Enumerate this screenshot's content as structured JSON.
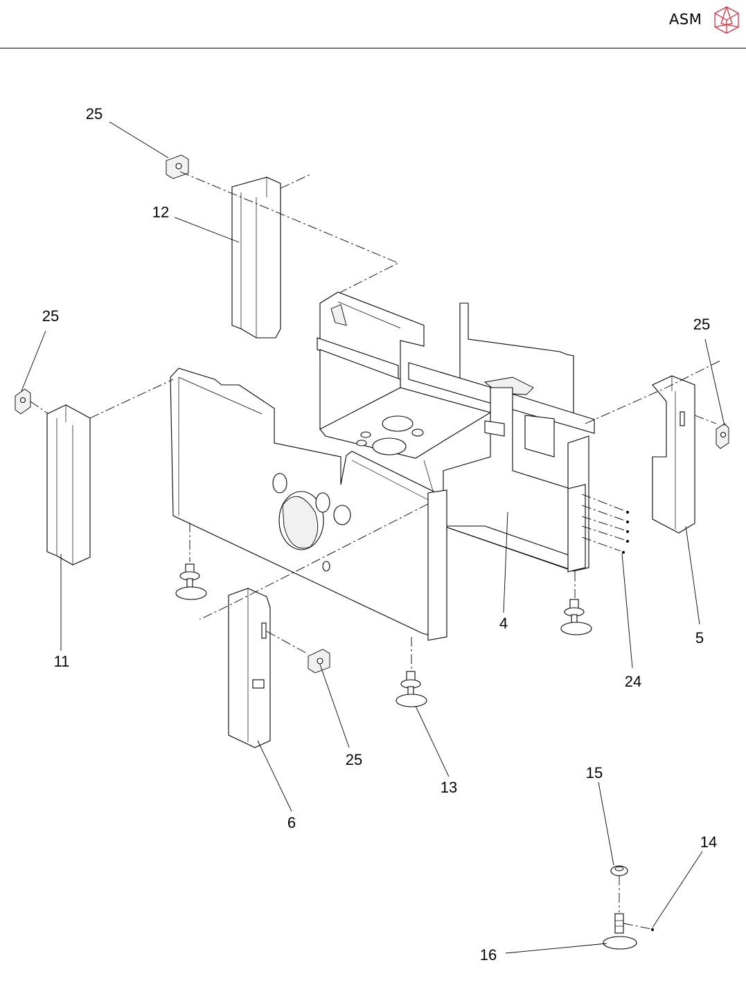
{
  "header": {
    "brand": "ASM",
    "logo_icon": "asm-cube-logo-icon",
    "accent_color": "#d9303e"
  },
  "callouts": [
    {
      "id": "c25a",
      "label": "25"
    },
    {
      "id": "c12",
      "label": "12"
    },
    {
      "id": "c25b",
      "label": "25"
    },
    {
      "id": "c25c",
      "label": "25"
    },
    {
      "id": "c11",
      "label": "11"
    },
    {
      "id": "c4",
      "label": "4"
    },
    {
      "id": "c5",
      "label": "5"
    },
    {
      "id": "c24",
      "label": "24"
    },
    {
      "id": "c25d",
      "label": "25"
    },
    {
      "id": "c13",
      "label": "13"
    },
    {
      "id": "c6",
      "label": "6"
    },
    {
      "id": "c15",
      "label": "15"
    },
    {
      "id": "c14",
      "label": "14"
    },
    {
      "id": "c16",
      "label": "16"
    }
  ]
}
